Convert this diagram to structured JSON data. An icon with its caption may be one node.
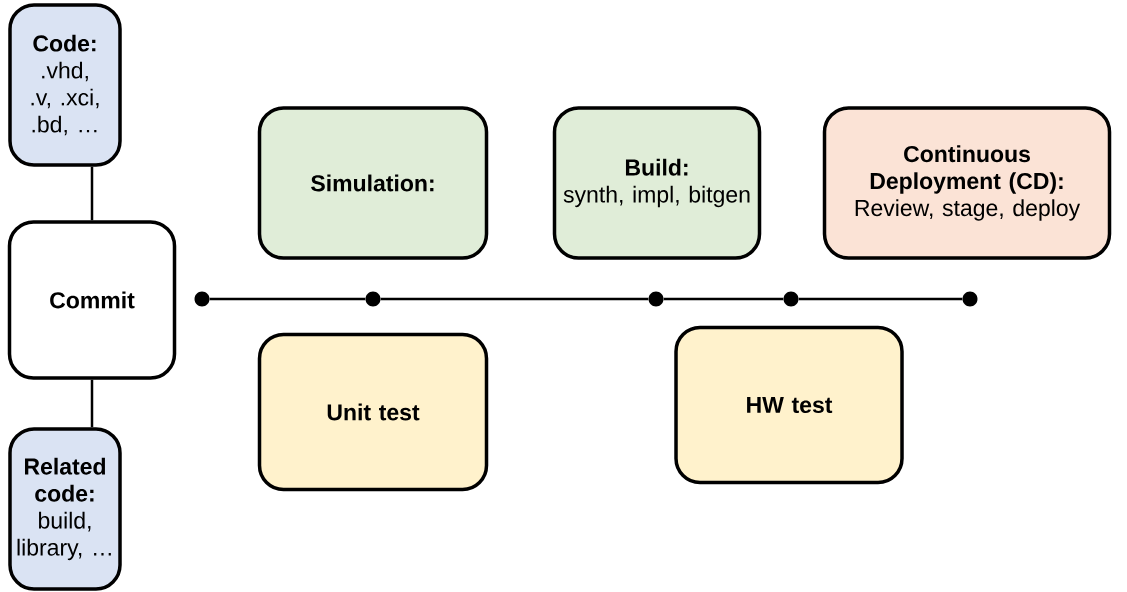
{
  "diagram": {
    "nodes": [
      {
        "text": [
          "Code:",
          ".vhd, .v, .xci, .bd, …"
        ]
      },
      {
        "text": [
          "Commit"
        ]
      },
      {
        "text": [
          "Related code:",
          "build, library, …"
        ]
      },
      {
        "text": [
          "Simulation:"
        ]
      },
      {
        "text": [
          "Build:",
          "synth, impl, bitgen"
        ]
      },
      {
        "text": [
          "Continuous Deployment (CD):",
          "Review, stage, deploy"
        ]
      },
      {
        "text": [
          "Unit test"
        ]
      },
      {
        "text": [
          "HW test"
        ]
      },
      {
        "text": [],
        "shape": "circle"
      },
      {
        "text": [],
        "shape": "circle"
      },
      {
        "text": [],
        "shape": "circle"
      },
      {
        "text": [],
        "shape": "circle"
      },
      {
        "text": [],
        "shape": "circle"
      }
    ],
    "edges": [
      {
        "from": 0,
        "to": 1,
        "arrow": "none"
      },
      {
        "from": 1,
        "to": 2,
        "arrow": "none"
      },
      {
        "from": 8,
        "to": 9,
        "arrow": "none"
      },
      {
        "from": 9,
        "to": 10,
        "arrow": "none"
      },
      {
        "from": 10,
        "to": 11,
        "arrow": "none"
      },
      {
        "from": 11,
        "to": 12,
        "arrow": "none"
      }
    ]
  }
}
